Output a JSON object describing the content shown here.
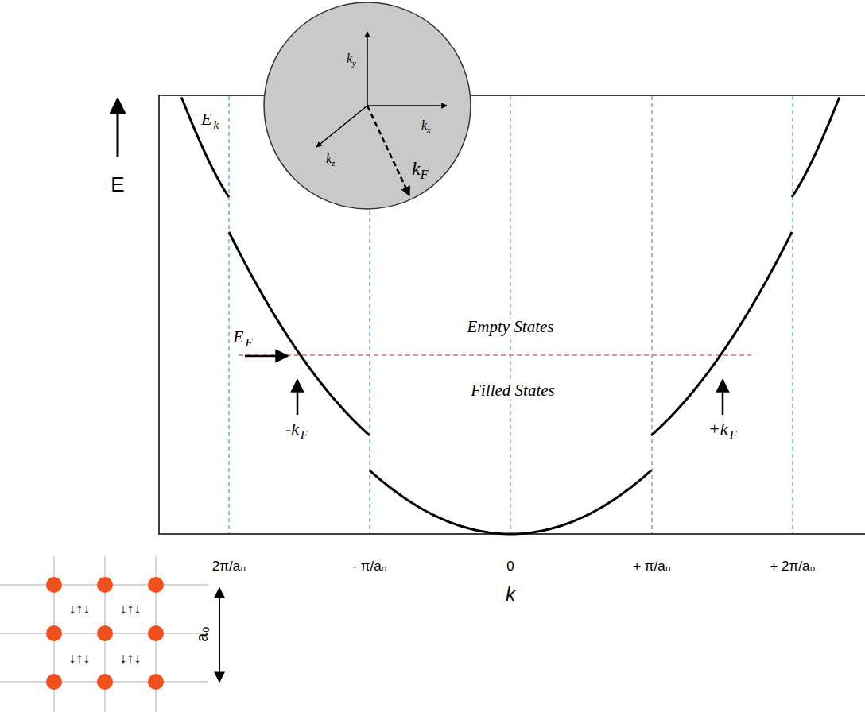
{
  "diagram": {
    "labels": [
      "E",
      "E",
      "k",
      "E",
      "F",
      "Empty States",
      "Filled States",
      "-k",
      "F",
      "+k",
      "F",
      "k",
      "y",
      "k",
      "x",
      "k",
      "z",
      "k",
      "F",
      "2π/a₀",
      "- π/a₀",
      "0",
      "+ π/a₀",
      "+ 2π/a₀",
      "k",
      "↓↑↓",
      "↓↑↓",
      "↓↑↓",
      "↓↑↓",
      "a₀"
    ]
  }
}
